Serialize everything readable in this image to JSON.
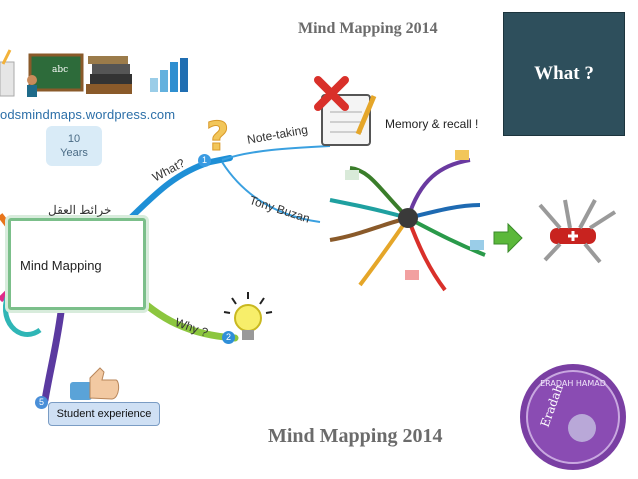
{
  "header": {
    "title_top": "Mind Mapping 2014",
    "title_bottom": "Mind Mapping 2014"
  },
  "what_box": {
    "label": "What ?",
    "color": "#2e4f5c"
  },
  "site": {
    "url": "odsmindmaps.wordpress.com",
    "years_number": "10",
    "years_word": "Years"
  },
  "central": {
    "label": "Mind Mapping",
    "arabic_label": "خرائط العقل"
  },
  "branches": {
    "what": {
      "label": "What?",
      "number": "1"
    },
    "why": {
      "label": "Why ?",
      "number": "2"
    },
    "student": {
      "label": "Student experience",
      "number": "5"
    },
    "note_taking": {
      "label": "Note-taking"
    },
    "tony_buzan": {
      "label": "Tony Buzan"
    },
    "memory": {
      "label": "Memory & recall !"
    }
  },
  "icons": [
    "books-icon",
    "chalkboard-icon",
    "bar-chart-icon",
    "question-mark-icon",
    "lightbulb-icon",
    "thumbs-up-icon",
    "notepad-cross-icon",
    "mind-map-image",
    "green-arrow-icon",
    "swiss-knife-icon",
    "eradah-logo"
  ],
  "logo": {
    "text_top": "ERADAH HAMAD",
    "text_side": "Eradah"
  },
  "colors": {
    "branch_blue": "#1e8fd6",
    "branch_green": "#8cc63f",
    "branch_purple": "#5b3aa0",
    "logo_purple": "#7a3fa3"
  }
}
